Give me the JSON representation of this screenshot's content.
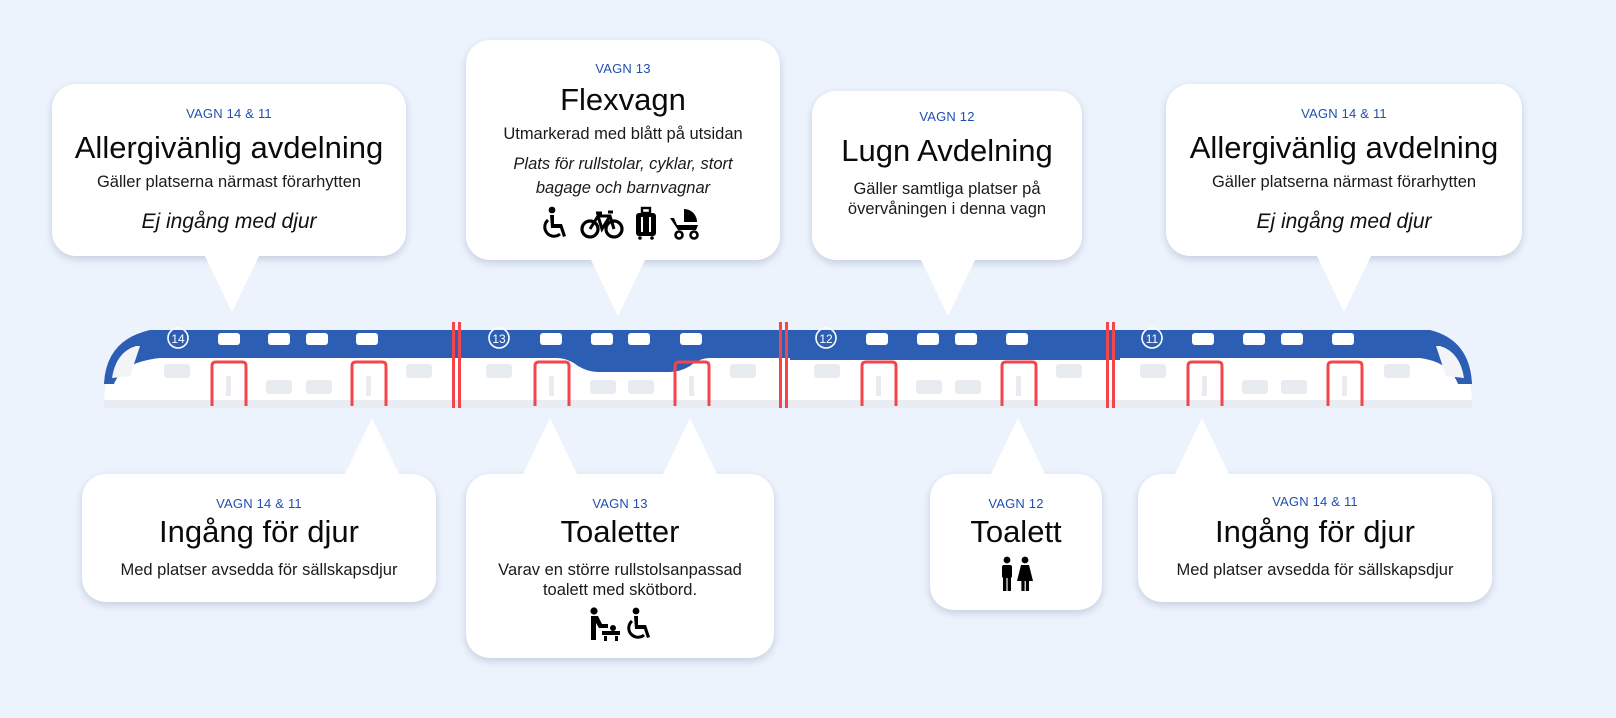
{
  "colors": {
    "background": "#ecf3fd",
    "train_blue": "#2c5fb4",
    "door_red": "#f4454a",
    "label_blue": "#1f4fb0"
  },
  "train": {
    "car_numbers": [
      "14",
      "13",
      "12",
      "11"
    ]
  },
  "callouts_top": [
    {
      "label": "VAGN 14 & 11",
      "title": "Allergivänlig avdelning",
      "subtitle": "Gäller platserna närmast förarhytten",
      "note": "Ej ingång med djur"
    },
    {
      "label": "VAGN 13",
      "title": "Flexvagn",
      "subtitle": "Utmarkerad med blått på utsidan",
      "note_line1": "Plats för rullstolar, cyklar, stort",
      "note_line2": "bagage och barnvagnar",
      "icons": [
        "wheelchair-icon",
        "bicycle-icon",
        "luggage-icon",
        "stroller-icon"
      ]
    },
    {
      "label": "VAGN 12",
      "title": "Lugn Avdelning",
      "subtitle_line1": "Gäller samtliga platser på",
      "subtitle_line2": "övervåningen i denna vagn"
    },
    {
      "label": "VAGN 14 & 11",
      "title": "Allergivänlig avdelning",
      "subtitle": "Gäller platserna närmast förarhytten",
      "note": "Ej ingång med djur"
    }
  ],
  "callouts_bottom": [
    {
      "label": "VAGN 14 & 11",
      "title": "Ingång för djur",
      "subtitle": "Med platser avsedda för sällskapsdjur"
    },
    {
      "label": "VAGN 13",
      "title": "Toaletter",
      "subtitle_line1": "Varav en större rullstolsanpassad",
      "subtitle_line2": "toalett med skötbord.",
      "icons": [
        "baby-changing-icon",
        "wheelchair-icon"
      ]
    },
    {
      "label": "VAGN 12",
      "title": "Toalett",
      "icons": [
        "restroom-icon"
      ]
    },
    {
      "label": "VAGN 14 & 11",
      "title": "Ingång för djur",
      "subtitle": "Med platser avsedda för sällskapsdjur"
    }
  ]
}
